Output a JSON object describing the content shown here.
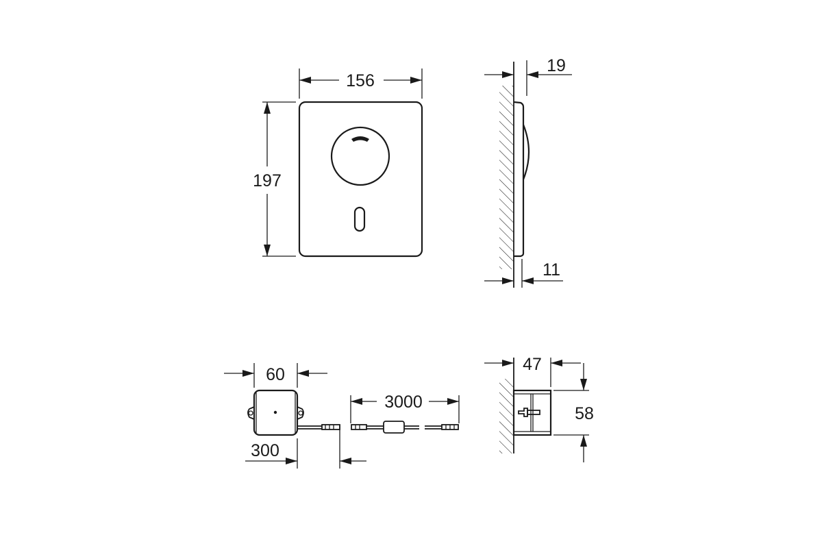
{
  "front_view": {
    "width_label": "156",
    "height_label": "197"
  },
  "side_view": {
    "top_thickness_label": "19",
    "bottom_thickness_label": "11"
  },
  "power_box": {
    "width_label": "60",
    "cable_label": "300"
  },
  "cable": {
    "length_label": "3000"
  },
  "box_side": {
    "depth_label": "47",
    "height_label": "58"
  }
}
